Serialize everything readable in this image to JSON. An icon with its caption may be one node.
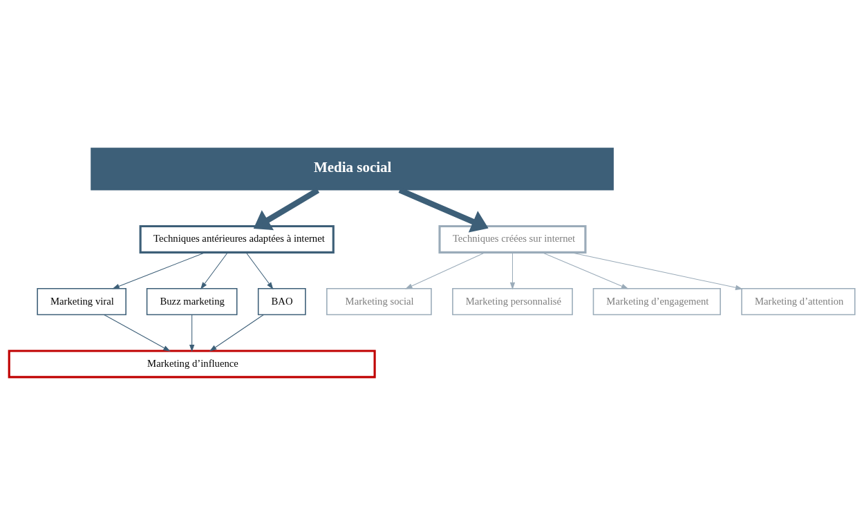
{
  "diagram": {
    "nodes": [
      {
        "text": [
          "Media social"
        ]
      },
      {
        "text": [
          "Techniques antérieures adaptées à internet"
        ]
      },
      {
        "text": [
          "Techniques créées sur internet"
        ]
      },
      {
        "text": [
          "Marketing viral"
        ]
      },
      {
        "text": [
          "Buzz marketing"
        ]
      },
      {
        "text": [
          "BAO"
        ]
      },
      {
        "text": [
          "Marketing social"
        ]
      },
      {
        "text": [
          "Marketing personnalisé"
        ]
      },
      {
        "text": [
          "Marketing d’engagement"
        ]
      },
      {
        "text": [
          "Marketing d’attention"
        ]
      },
      {
        "text": [
          "Marketing d’influence"
        ]
      }
    ],
    "edges": [
      {
        "from": 0,
        "to": 1,
        "arrow": "to",
        "style": "thick"
      },
      {
        "from": 0,
        "to": 2,
        "arrow": "to",
        "style": "thick"
      },
      {
        "from": 1,
        "to": 3,
        "arrow": "to"
      },
      {
        "from": 1,
        "to": 5,
        "arrow": "to"
      },
      {
        "from": 1,
        "to": 4,
        "arrow": "to"
      },
      {
        "from": 3,
        "to": 10,
        "arrow": "to"
      },
      {
        "from": 5,
        "to": 10,
        "arrow": "to"
      },
      {
        "from": 4,
        "to": 10,
        "arrow": "to"
      },
      {
        "from": 2,
        "to": 6,
        "arrow": "to",
        "color": "#9aabb9"
      },
      {
        "from": 2,
        "to": 8,
        "arrow": "to",
        "color": "#9aabb9"
      },
      {
        "from": 2,
        "to": 9,
        "arrow": "to",
        "color": "#9aabb9"
      },
      {
        "from": 2,
        "to": 7,
        "arrow": "to",
        "color": "#9aabb9"
      }
    ]
  }
}
